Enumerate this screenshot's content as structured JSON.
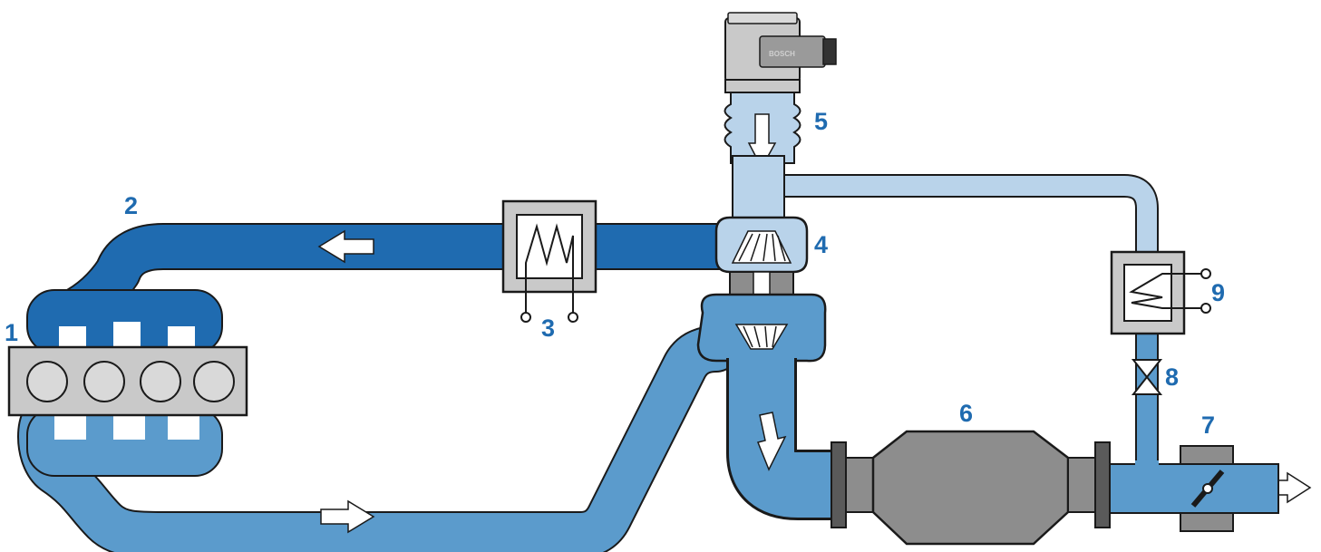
{
  "colors": {
    "charge_air": "#1f6bb0",
    "exhaust": "#5b9bcc",
    "fresh_air": "#b9d3ea",
    "metal_dark": "#4a4a4a",
    "metal_mid": "#8d8d8d",
    "metal_light": "#c8c8c8",
    "outline": "#1a1a1a"
  },
  "sensor": {
    "brand_text": "BOSCH",
    "brand_icon": "bosch-logo-icon"
  },
  "callouts": [
    {
      "id": "engine",
      "text": "1"
    },
    {
      "id": "intake-manifold",
      "text": "2"
    },
    {
      "id": "intercooler",
      "text": "3"
    },
    {
      "id": "turbo-compressor",
      "text": "4"
    },
    {
      "id": "air-mass-sensor",
      "text": "5"
    },
    {
      "id": "catalytic-converter",
      "text": "6"
    },
    {
      "id": "exhaust-flap",
      "text": "7"
    },
    {
      "id": "egr-valve",
      "text": "8"
    },
    {
      "id": "egr-cooler",
      "text": "9"
    }
  ]
}
